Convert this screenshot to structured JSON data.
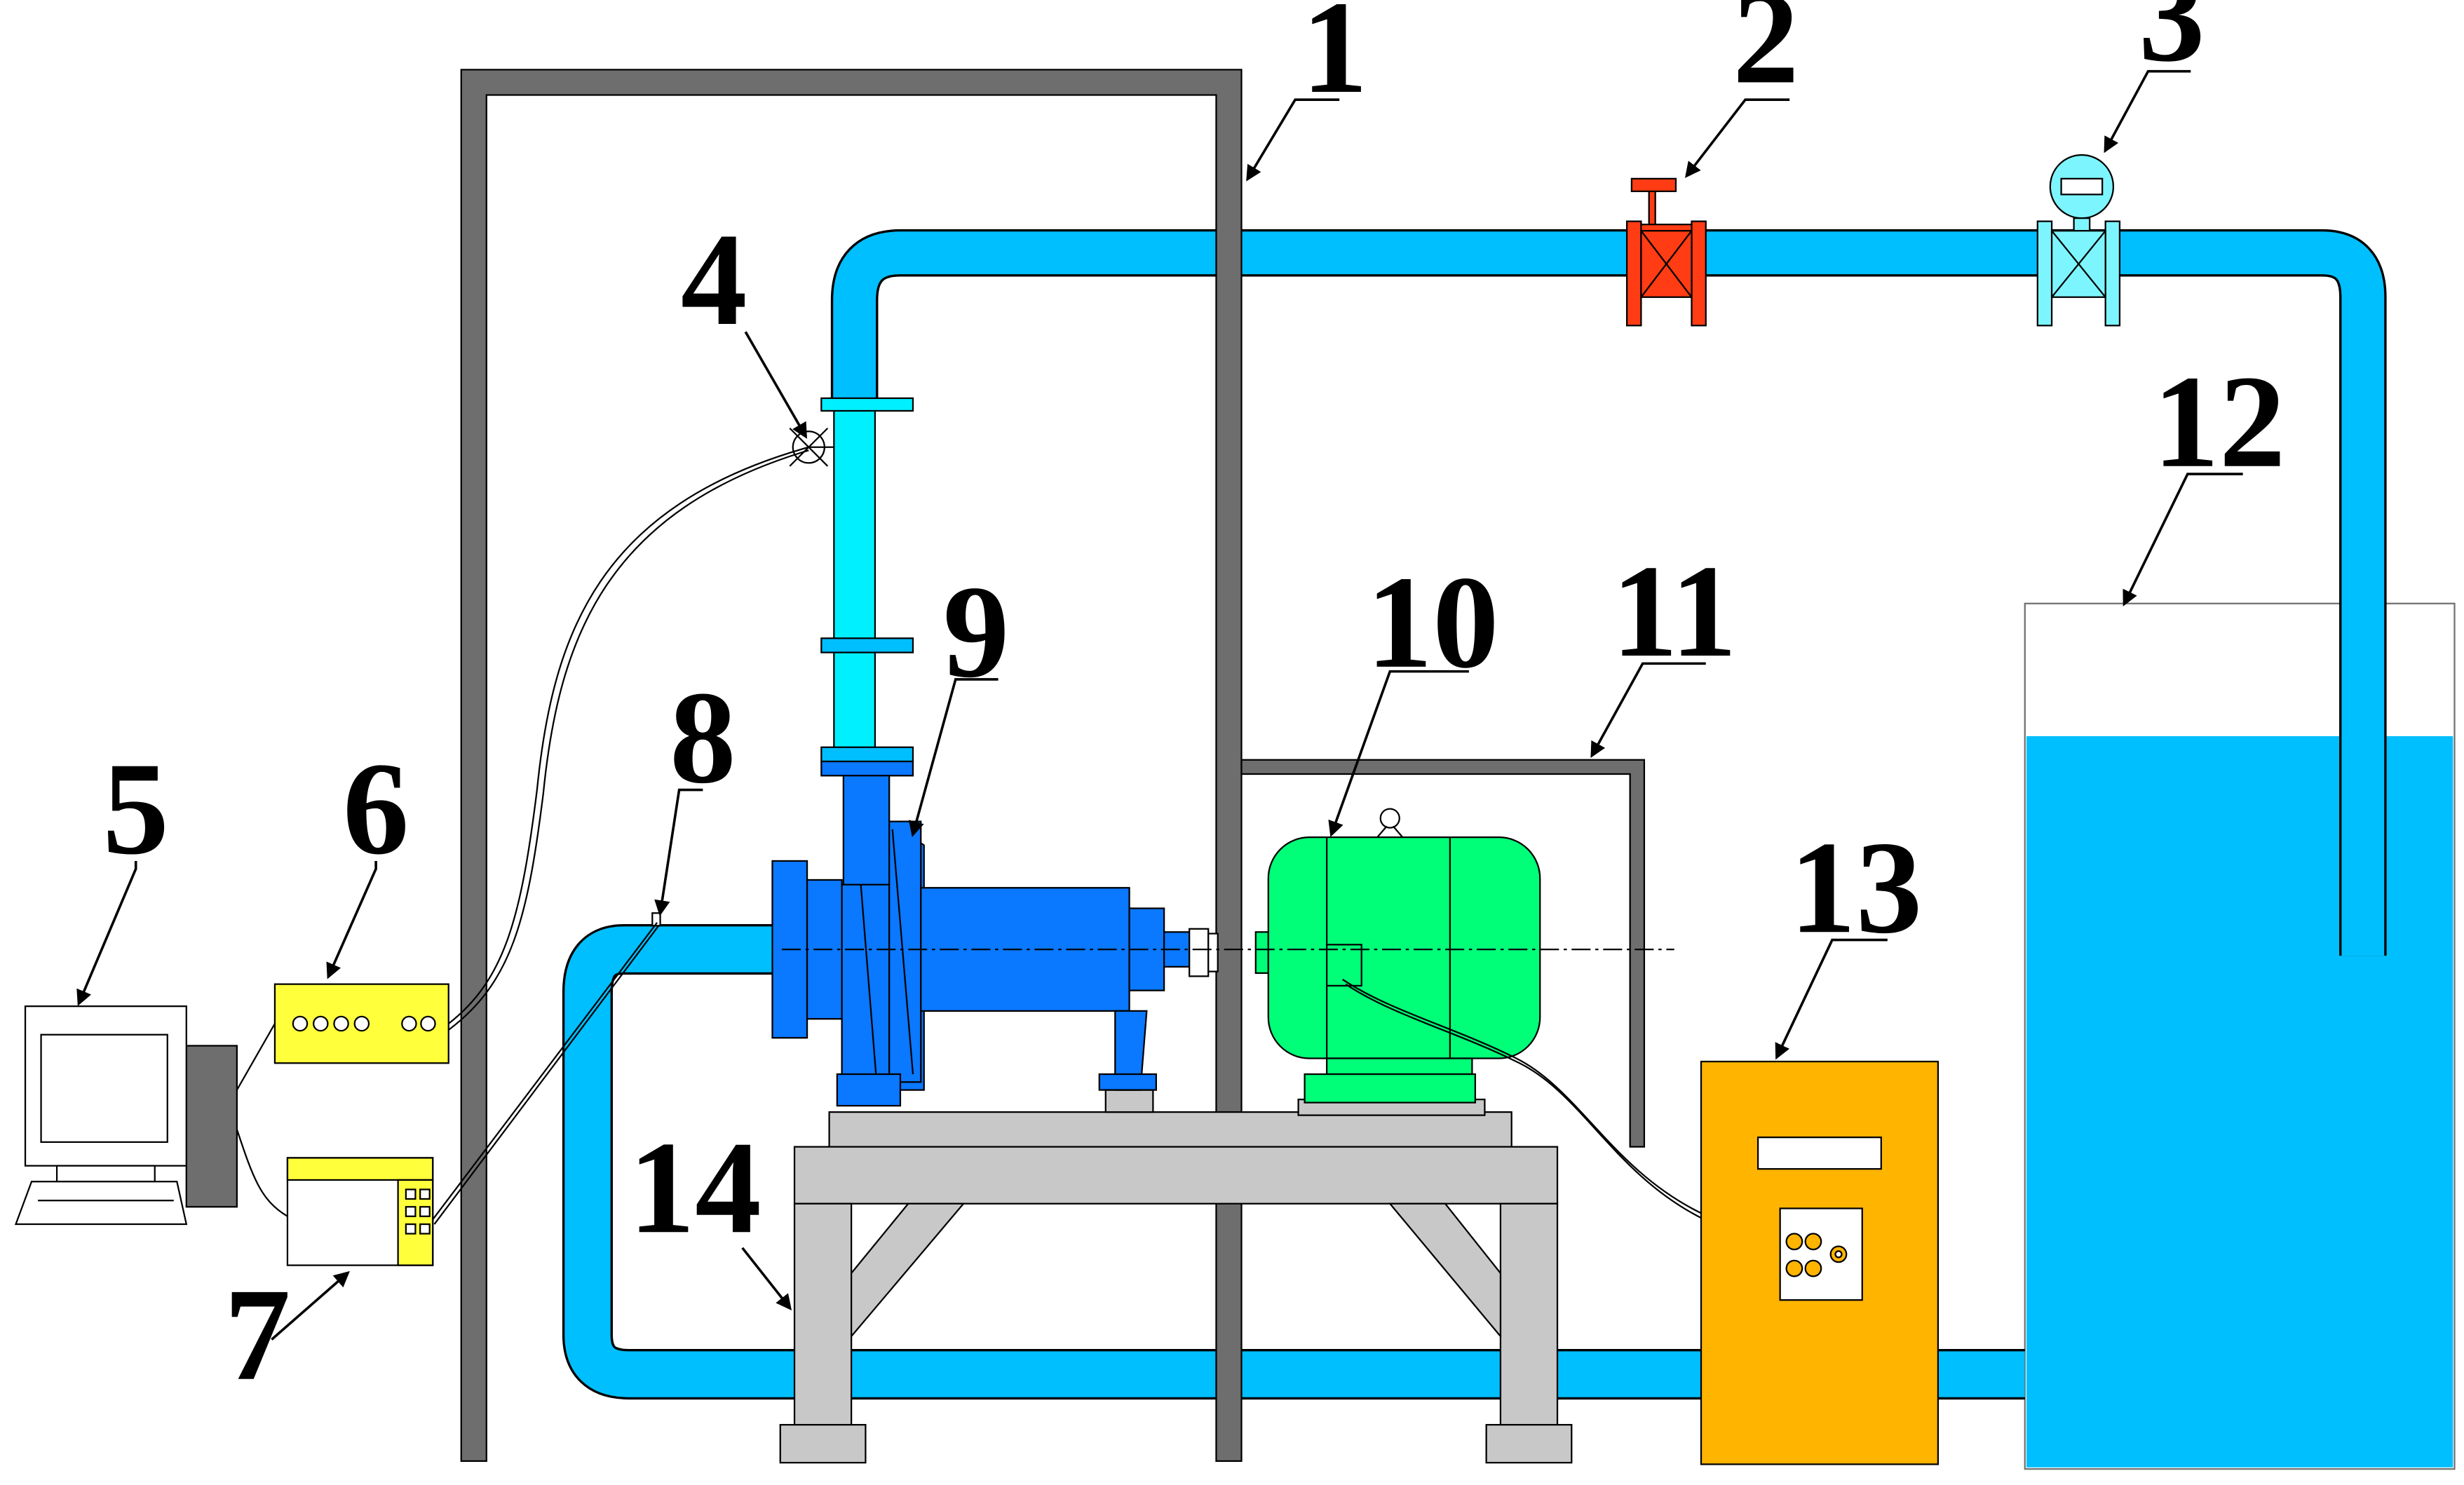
{
  "colors": {
    "pipe": "#00bfff",
    "pipe_light": "#00f0ff",
    "frame": "#6e6e6e",
    "valve": "#ff3c14",
    "pump": "#0a78ff",
    "motor": "#00ff78",
    "controller": "#ffb400",
    "instrument": "#ffff3c",
    "stand": "#c8c8c8",
    "water": "#00bfff"
  },
  "labels": {
    "l1": "1",
    "l2": "2",
    "l3": "3",
    "l4": "4",
    "l5": "5",
    "l6": "6",
    "l7": "7",
    "l8": "8",
    "l9": "9",
    "l10": "10",
    "l11": "11",
    "l12": "12",
    "l13": "13",
    "l14": "14"
  }
}
